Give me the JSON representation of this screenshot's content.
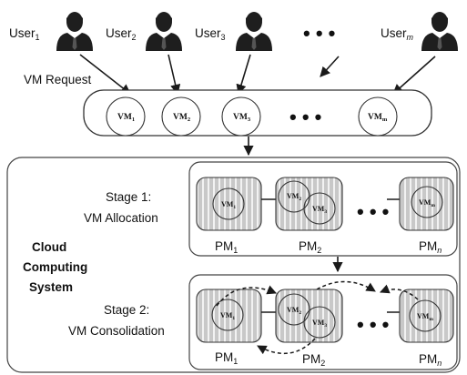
{
  "users": [
    {
      "name": "User",
      "sub": "1"
    },
    {
      "name": "User",
      "sub": "2"
    },
    {
      "name": "User",
      "sub": "3"
    },
    {
      "name": "User",
      "sub": "m"
    }
  ],
  "vm_request_label": "VM Request",
  "request_vms": [
    {
      "name": "VM",
      "sub": "1"
    },
    {
      "name": "VM",
      "sub": "2"
    },
    {
      "name": "VM",
      "sub": "3"
    },
    {
      "name": "VM",
      "sub": "m"
    }
  ],
  "ellipsis": "• • •",
  "system_label": [
    "Cloud",
    "Computing",
    "System"
  ],
  "stage1": {
    "title": "Stage 1:",
    "subtitle": "VM Allocation",
    "pms": [
      {
        "name": "PM",
        "sub": "1",
        "vms": [
          {
            "name": "VM",
            "sub": "1"
          }
        ]
      },
      {
        "name": "PM",
        "sub": "2",
        "vms": [
          {
            "name": "VM",
            "sub": "2"
          },
          {
            "name": "VM",
            "sub": "3"
          }
        ]
      },
      {
        "name": "PM",
        "sub": "n",
        "vms": [
          {
            "name": "VM",
            "sub": "m"
          }
        ]
      }
    ]
  },
  "stage2": {
    "title": "Stage 2:",
    "subtitle": "VM Consolidation",
    "pms": [
      {
        "name": "PM",
        "sub": "1",
        "vms": [
          {
            "name": "VM",
            "sub": "1"
          }
        ]
      },
      {
        "name": "PM",
        "sub": "2",
        "vms": [
          {
            "name": "VM",
            "sub": "2"
          },
          {
            "name": "VM",
            "sub": "3"
          }
        ]
      },
      {
        "name": "PM",
        "sub": "n",
        "vms": [
          {
            "name": "VM",
            "sub": "m"
          }
        ]
      }
    ]
  },
  "colors": {
    "pm_fill": "#c8c8c8",
    "pm_stripe": "#f2f2f2",
    "user_icon": "#1e1e1e",
    "line": "#1a1a1a"
  }
}
